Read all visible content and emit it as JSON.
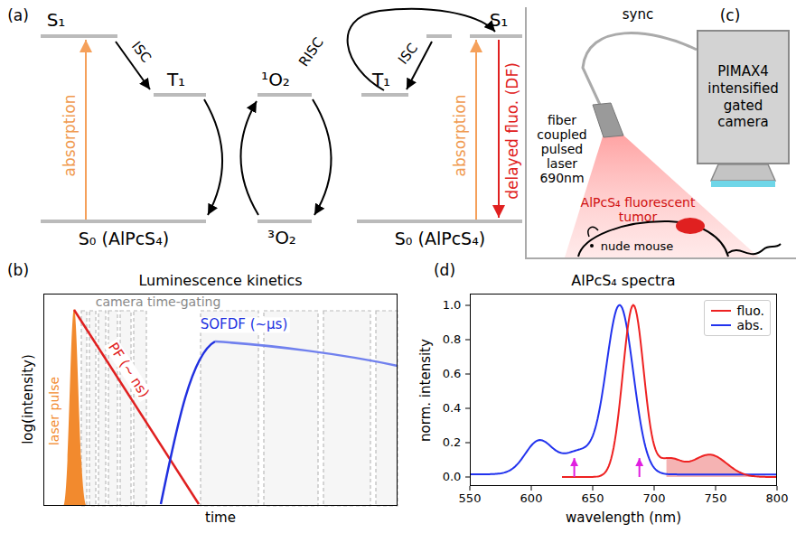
{
  "diagram": {
    "nodes": [
      {
        "text": [
          "PIMAX4 intensified gated camera"
        ]
      },
      {
        "text": [
          "Luminescence kinetics"
        ]
      },
      {
        "text": [
          "AlPcS₄ spectra"
        ]
      }
    ],
    "labels": [
      "(a)",
      "S₁",
      "T₁",
      "S₀ (AlPcS₄)",
      "absorption",
      "ISC",
      "¹O₂",
      "³O₂",
      "RISC",
      "T₁",
      "ISC",
      "S₁",
      "absorption",
      "delayed fluo. (DF)",
      "S₀ (AlPcS₄)",
      "(c)",
      "sync",
      "fiber coupled pulsed laser 690nm",
      "AlPcS₄ fluorescent tumor",
      "nude mouse",
      "(b)",
      "log(intensity)",
      "time",
      "laser pulse",
      "PF (~ ns)",
      "SOFDF (~μs)",
      "camera time-gating",
      "(d)",
      "norm. intensity",
      "wavelength (nm)",
      "550",
      "600",
      "650",
      "700",
      "750",
      "800",
      "0.0",
      "0.2",
      "0.4",
      "0.6",
      "0.8",
      "1.0"
    ],
    "legend": [
      {
        "text": "fluo."
      },
      {
        "text": "abs."
      }
    ]
  }
}
